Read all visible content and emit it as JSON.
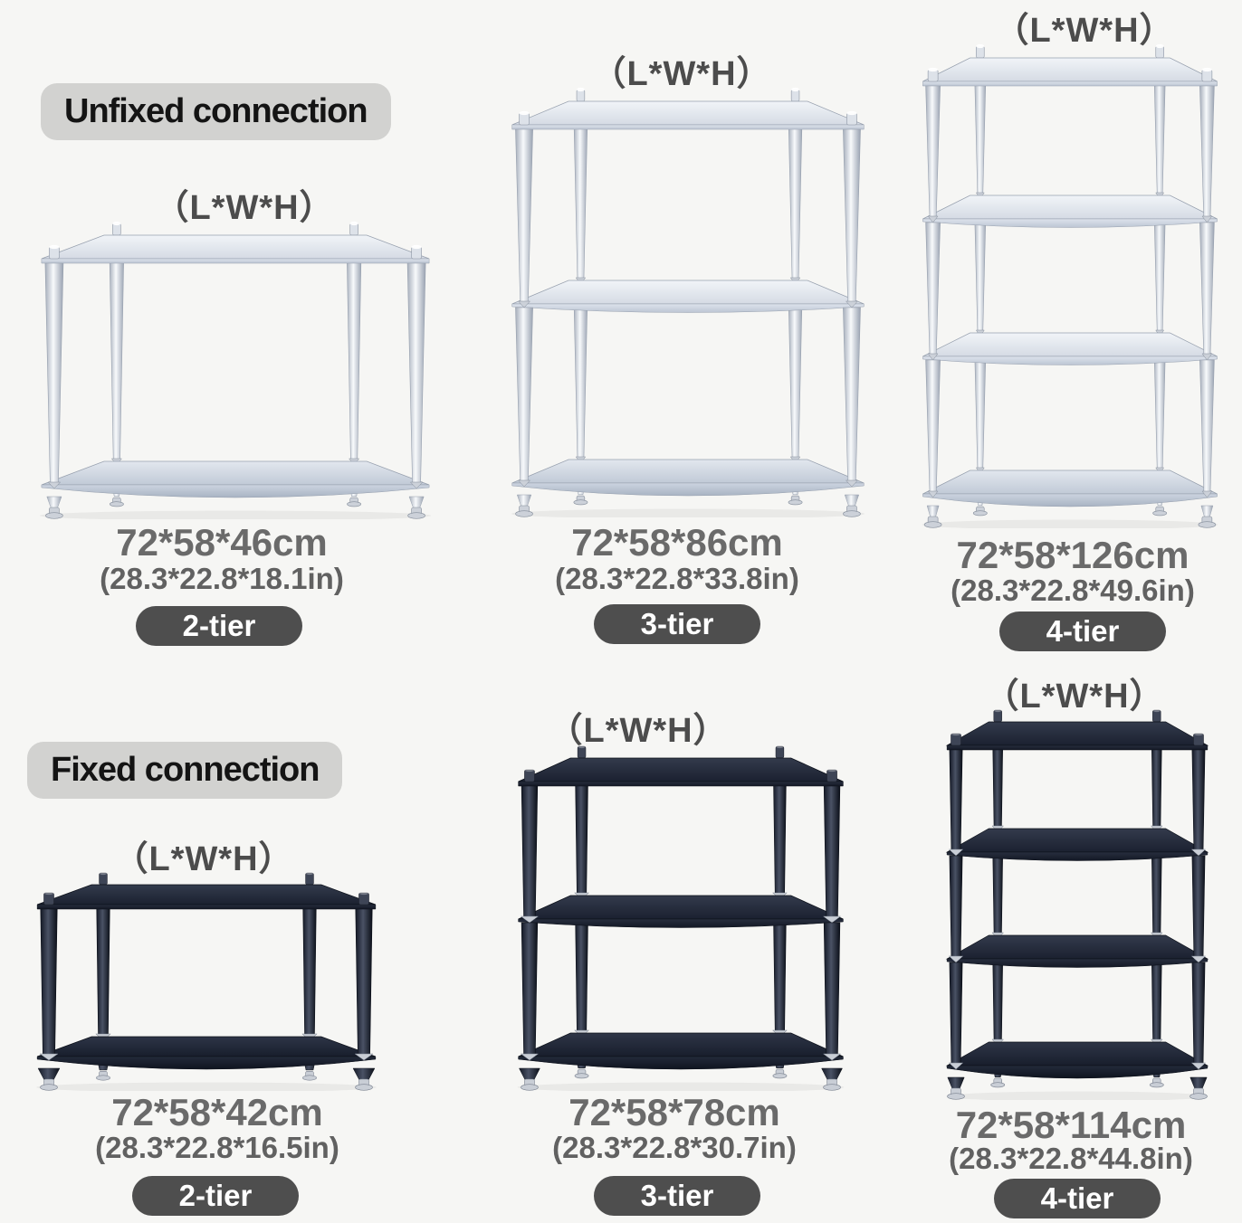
{
  "colors": {
    "background": "#f6f6f4",
    "section_badge_bg": "#d2d2d0",
    "section_badge_text": "#141414",
    "tier_badge_bg": "#4e4e4e",
    "tier_badge_text": "#ffffff",
    "dimension_text": "#6a6a6a",
    "dimension_text_secondary": "#616161",
    "label_text": "#4c4c4c",
    "silver_rack_accent": "#dfe4ec",
    "black_rack_accent": "#1a2030"
  },
  "sections": [
    {
      "badge": "Unfixed connection",
      "products": [
        {
          "dims_label": "（L*W*H）",
          "size_cm": "72*58*46cm",
          "size_in": "(28.3*22.8*18.1in)",
          "tier": "2-tier",
          "rack": "silver-2-tier-rack"
        },
        {
          "dims_label": "（L*W*H）",
          "size_cm": "72*58*86cm",
          "size_in": "(28.3*22.8*33.8in)",
          "tier": "3-tier",
          "rack": "silver-3-tier-rack"
        },
        {
          "dims_label": "（L*W*H）",
          "size_cm": "72*58*126cm",
          "size_in": "(28.3*22.8*49.6in)",
          "tier": "4-tier",
          "rack": "silver-4-tier-rack"
        }
      ]
    },
    {
      "badge": "Fixed connection",
      "products": [
        {
          "dims_label": "（L*W*H）",
          "size_cm": "72*58*42cm",
          "size_in": "(28.3*22.8*16.5in)",
          "tier": "2-tier",
          "rack": "black-2-tier-rack"
        },
        {
          "dims_label": "（L*W*H）",
          "size_cm": "72*58*78cm",
          "size_in": "(28.3*22.8*30.7in)",
          "tier": "3-tier",
          "rack": "black-3-tier-rack"
        },
        {
          "dims_label": "（L*W*H）",
          "size_cm": "72*58*114cm",
          "size_in": "(28.3*22.8*44.8in)",
          "tier": "4-tier",
          "rack": "black-4-tier-rack"
        }
      ]
    }
  ]
}
